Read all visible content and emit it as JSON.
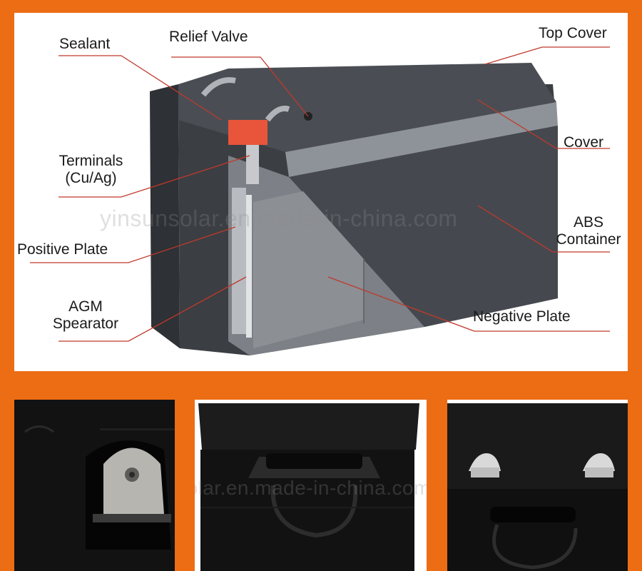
{
  "labels": {
    "sealant": "Sealant",
    "relief_valve": "Relief Valve",
    "top_cover": "Top Cover",
    "terminals_line1": "Terminals",
    "terminals_line2": "(Cu/Ag)",
    "cover": "Cover",
    "positive_plate": "Positive Plate",
    "abs_line1": "ABS",
    "abs_line2": "Container",
    "agm_line1": "AGM",
    "agm_line2": "Spearator",
    "negative_plate": "Negative Plate"
  },
  "watermark": {
    "main": "yinsunsolar.en.made-in-china.com",
    "photos": "yinsunsolar.en.made-in-china.com"
  },
  "colors": {
    "background": "#ec6d14",
    "leader_line": "#c0392b",
    "sealant_highlight": "#e8553a"
  }
}
